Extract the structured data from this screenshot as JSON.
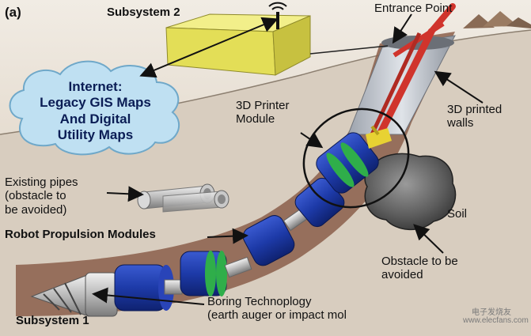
{
  "panel_label": "(a)",
  "labels": {
    "subsystem2": "Subsystem 2",
    "entrance": "Entrance Point",
    "internet": "Internet:\nLegacy GIS Maps\nAnd Digital\nUtility Maps",
    "printer": "3D Printer\nModule",
    "walls": "3D printed\nwalls",
    "pipes": "Existing pipes\n(obstacle to\nbe avoided)",
    "soil": "Soil",
    "propulsion": "Robot Propulsion Modules",
    "obstacle": "Obstacle to be\navoided",
    "boring": "Boring Technoplogy\n(earth auger or impact mol",
    "subsystem1": "Subsystem 1"
  },
  "watermark": {
    "line1": "电子发烧友",
    "line2": "www.elecfans.com"
  },
  "colors": {
    "soil_bg": "#d8cdbf",
    "tunnel": "#8b5e4a",
    "module_blue": "#1d3aa8",
    "ring_green": "#2fae4a",
    "box_yellow": "#e3de57",
    "cloud_blue": "#bfe0f2",
    "pipe_red": "#d0342c"
  }
}
